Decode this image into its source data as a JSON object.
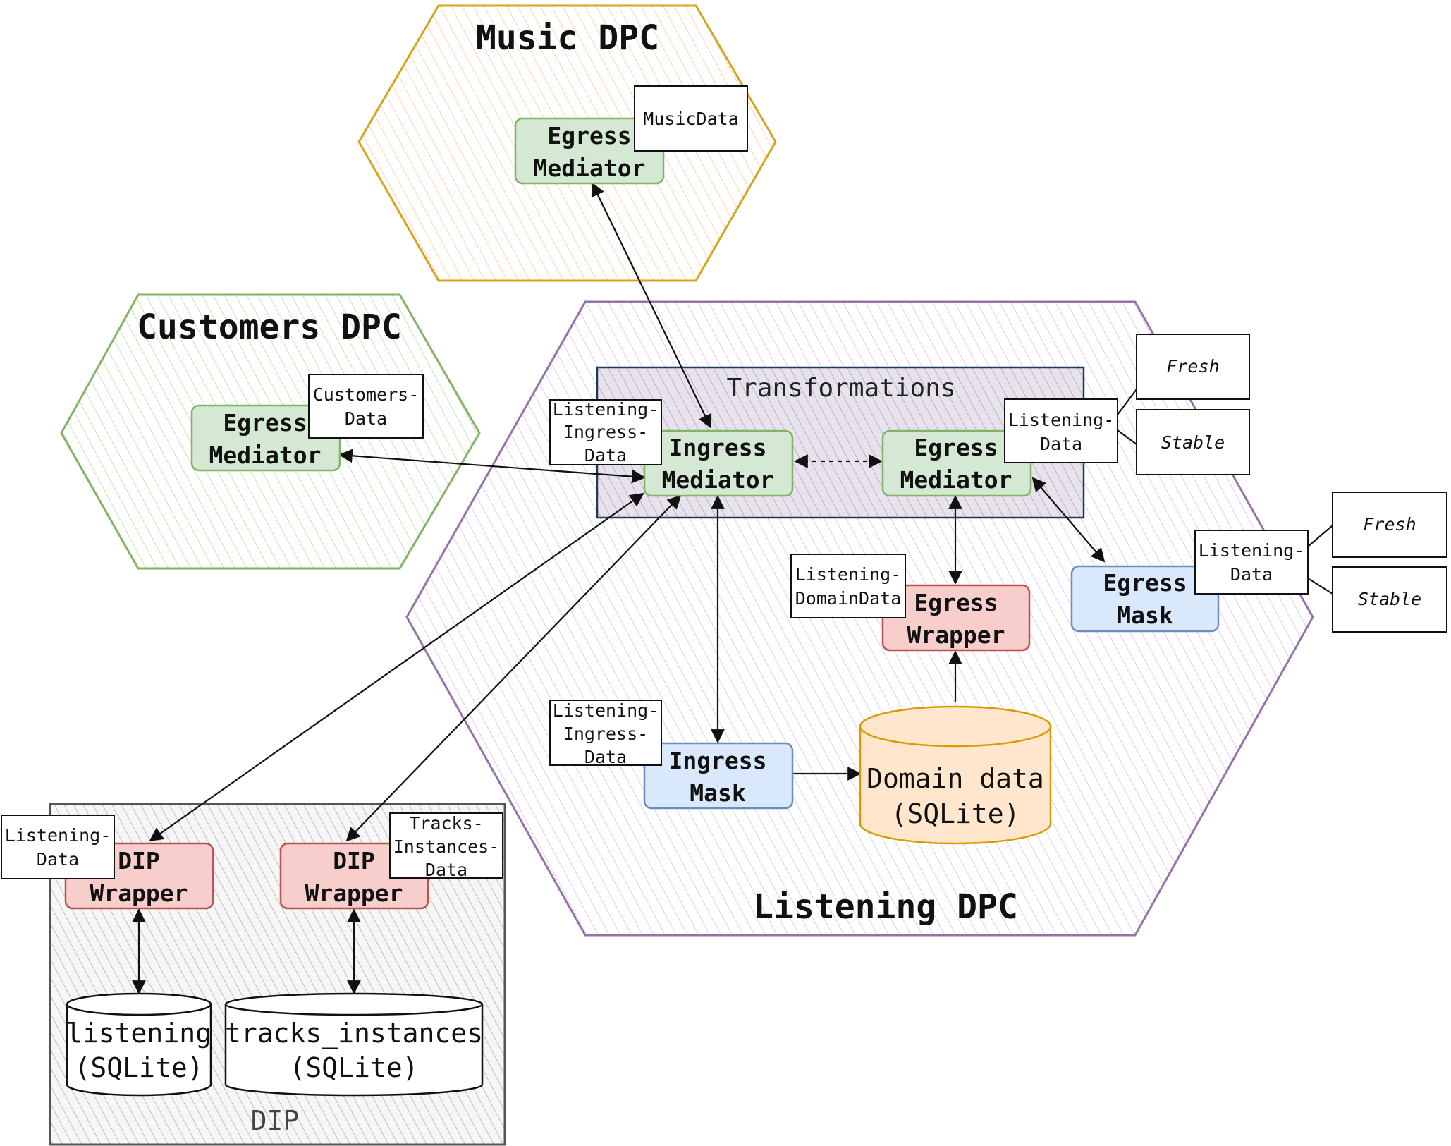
{
  "dpcs": {
    "music": {
      "title": "Music DPC"
    },
    "customers": {
      "title": "Customers DPC"
    },
    "listening": {
      "title": "Listening DPC"
    }
  },
  "transformations": {
    "label": "Transformations"
  },
  "components": {
    "music_egress": [
      "Egress",
      "Mediator"
    ],
    "customers_egress": [
      "Egress",
      "Mediator"
    ],
    "listening_ingress_mediator": [
      "Ingress",
      "Mediator"
    ],
    "listening_egress_mediator": [
      "Egress",
      "Mediator"
    ],
    "egress_wrapper": [
      "Egress",
      "Wrapper"
    ],
    "egress_mask": [
      "Egress",
      "Mask"
    ],
    "ingress_mask": [
      "Ingress",
      "Mask"
    ],
    "domain_data": [
      "Domain data",
      "(SQLite)"
    ],
    "dip_wrapper_1": [
      "DIP",
      "Wrapper"
    ],
    "dip_wrapper_2": [
      "DIP",
      "Wrapper"
    ],
    "listening_db": [
      "listening",
      "(SQLite)"
    ],
    "tracks_db": [
      "tracks_instances",
      "(SQLite)"
    ]
  },
  "tags": {
    "music_data": [
      "MusicData"
    ],
    "customers_data": [
      "Customers-",
      "Data"
    ],
    "ingress_mediator_data": [
      "Listening-",
      "Ingress-",
      "Data"
    ],
    "egress_mediator_data": [
      "Listening-",
      "Data"
    ],
    "fresh_1": "Fresh",
    "stable_1": "Stable",
    "domain_data_tag": [
      "Listening-",
      "DomainData"
    ],
    "egress_mask_data": [
      "Listening-",
      "Data"
    ],
    "fresh_2": "Fresh",
    "stable_2": "Stable",
    "ingress_mask_data": [
      "Listening-",
      "Ingress-",
      "Data"
    ],
    "dip_listening_data": [
      "Listening-",
      "Data"
    ],
    "dip_tracks_data": [
      "Tracks-",
      "Instances-",
      "Data"
    ]
  },
  "dip": {
    "label": "DIP"
  },
  "colors": {
    "music_stroke": "#d6a41e",
    "music_fill": "#fde3c1",
    "customers_stroke": "#82b366",
    "customers_fill": "#d5e8d4",
    "listening_stroke": "#9673a6",
    "listening_fill": "#e1d5e7",
    "green_fill": "#d5e8d4",
    "green_stroke": "#82b366",
    "red_fill": "#f8cecc",
    "red_stroke": "#b85450",
    "blue_fill": "#dae8fc",
    "blue_stroke": "#6c8ebf",
    "orange_fill": "#ffe6cc",
    "orange_stroke": "#d79b00"
  }
}
